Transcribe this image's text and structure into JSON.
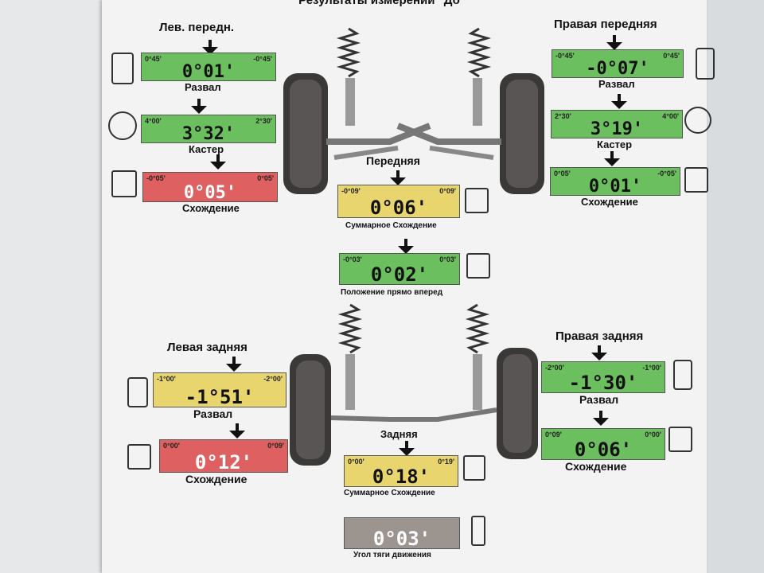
{
  "title": "Результаты измерений \"До\"",
  "front": {
    "left_label": "Лев. передн.",
    "right_label": "Правая передняя",
    "center_label": "Передняя",
    "left": {
      "camber": {
        "min": "0°45'",
        "max": "-0°45'",
        "value": "0°01'",
        "label": "Развал",
        "status": "green"
      },
      "caster": {
        "min": "4°00'",
        "max": "2°30'",
        "value": "3°32'",
        "label": "Кастер",
        "status": "green"
      },
      "toe": {
        "min": "-0°05'",
        "max": "0°05'",
        "value": "0°05'",
        "label": "Схождение",
        "status": "red"
      }
    },
    "right": {
      "camber": {
        "min": "-0°45'",
        "max": "0°45'",
        "value": "-0°07'",
        "label": "Развал",
        "status": "green"
      },
      "caster": {
        "min": "2°30'",
        "max": "4°00'",
        "value": "3°19'",
        "label": "Кастер",
        "status": "green"
      },
      "toe": {
        "min": "0°05'",
        "max": "-0°05'",
        "value": "0°01'",
        "label": "Схождение",
        "status": "green"
      }
    },
    "total_toe": {
      "min": "-0°09'",
      "max": "0°09'",
      "value": "0°06'",
      "label": "Суммарное Схождение",
      "status": "yellow"
    },
    "straight": {
      "min": "-0°03'",
      "max": "0°03'",
      "value": "0°02'",
      "label": "Положение прямо вперед",
      "status": "green"
    }
  },
  "rear": {
    "left_label": "Левая задняя",
    "right_label": "Правая задняя",
    "center_label": "Задняя",
    "left": {
      "camber": {
        "min": "-1°00'",
        "max": "-2°00'",
        "value": "-1°51'",
        "label": "Развал",
        "status": "yellow"
      },
      "toe": {
        "min": "0°00'",
        "max": "0°09'",
        "value": "0°12'",
        "label": "Схождение",
        "status": "red"
      }
    },
    "right": {
      "camber": {
        "min": "-2°00'",
        "max": "-1°00'",
        "value": "-1°30'",
        "label": "Развал",
        "status": "green"
      },
      "toe": {
        "min": "0°09'",
        "max": "0°00'",
        "value": "0°06'",
        "label": "Схождение",
        "status": "green"
      }
    },
    "total_toe": {
      "min": "0°00'",
      "max": "0°19'",
      "value": "0°18'",
      "label": "Суммарное Схождение",
      "status": "yellow"
    },
    "thrust": {
      "value": "0°03'",
      "label": "Угол тяги движения",
      "status": "gray"
    }
  },
  "colors": {
    "green": "#6cbf5e",
    "yellow": "#e9d56e",
    "red": "#df6060",
    "gray": "#9c948e"
  }
}
